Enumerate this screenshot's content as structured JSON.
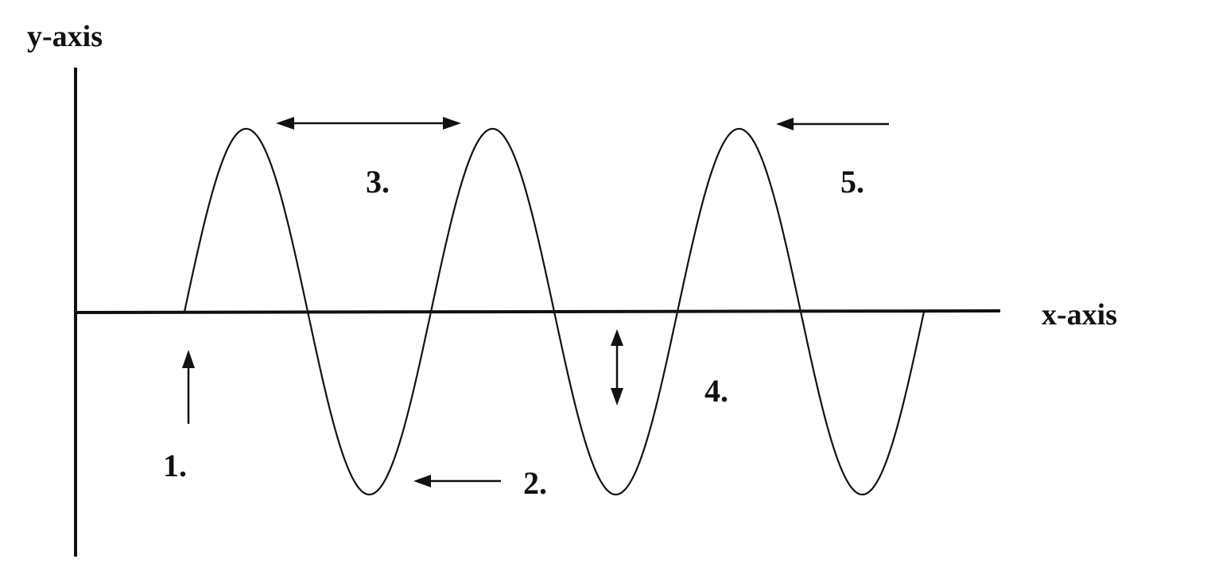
{
  "axes": {
    "y_label": "y-axis",
    "x_label": "x-axis"
  },
  "markers": {
    "one": "1.",
    "two": "2.",
    "three": "3.",
    "four": "4.",
    "five": "5."
  },
  "wave": {
    "cycles": 3,
    "shape": "sine"
  },
  "colors": {
    "ink": "#111111",
    "background": "#ffffff"
  }
}
